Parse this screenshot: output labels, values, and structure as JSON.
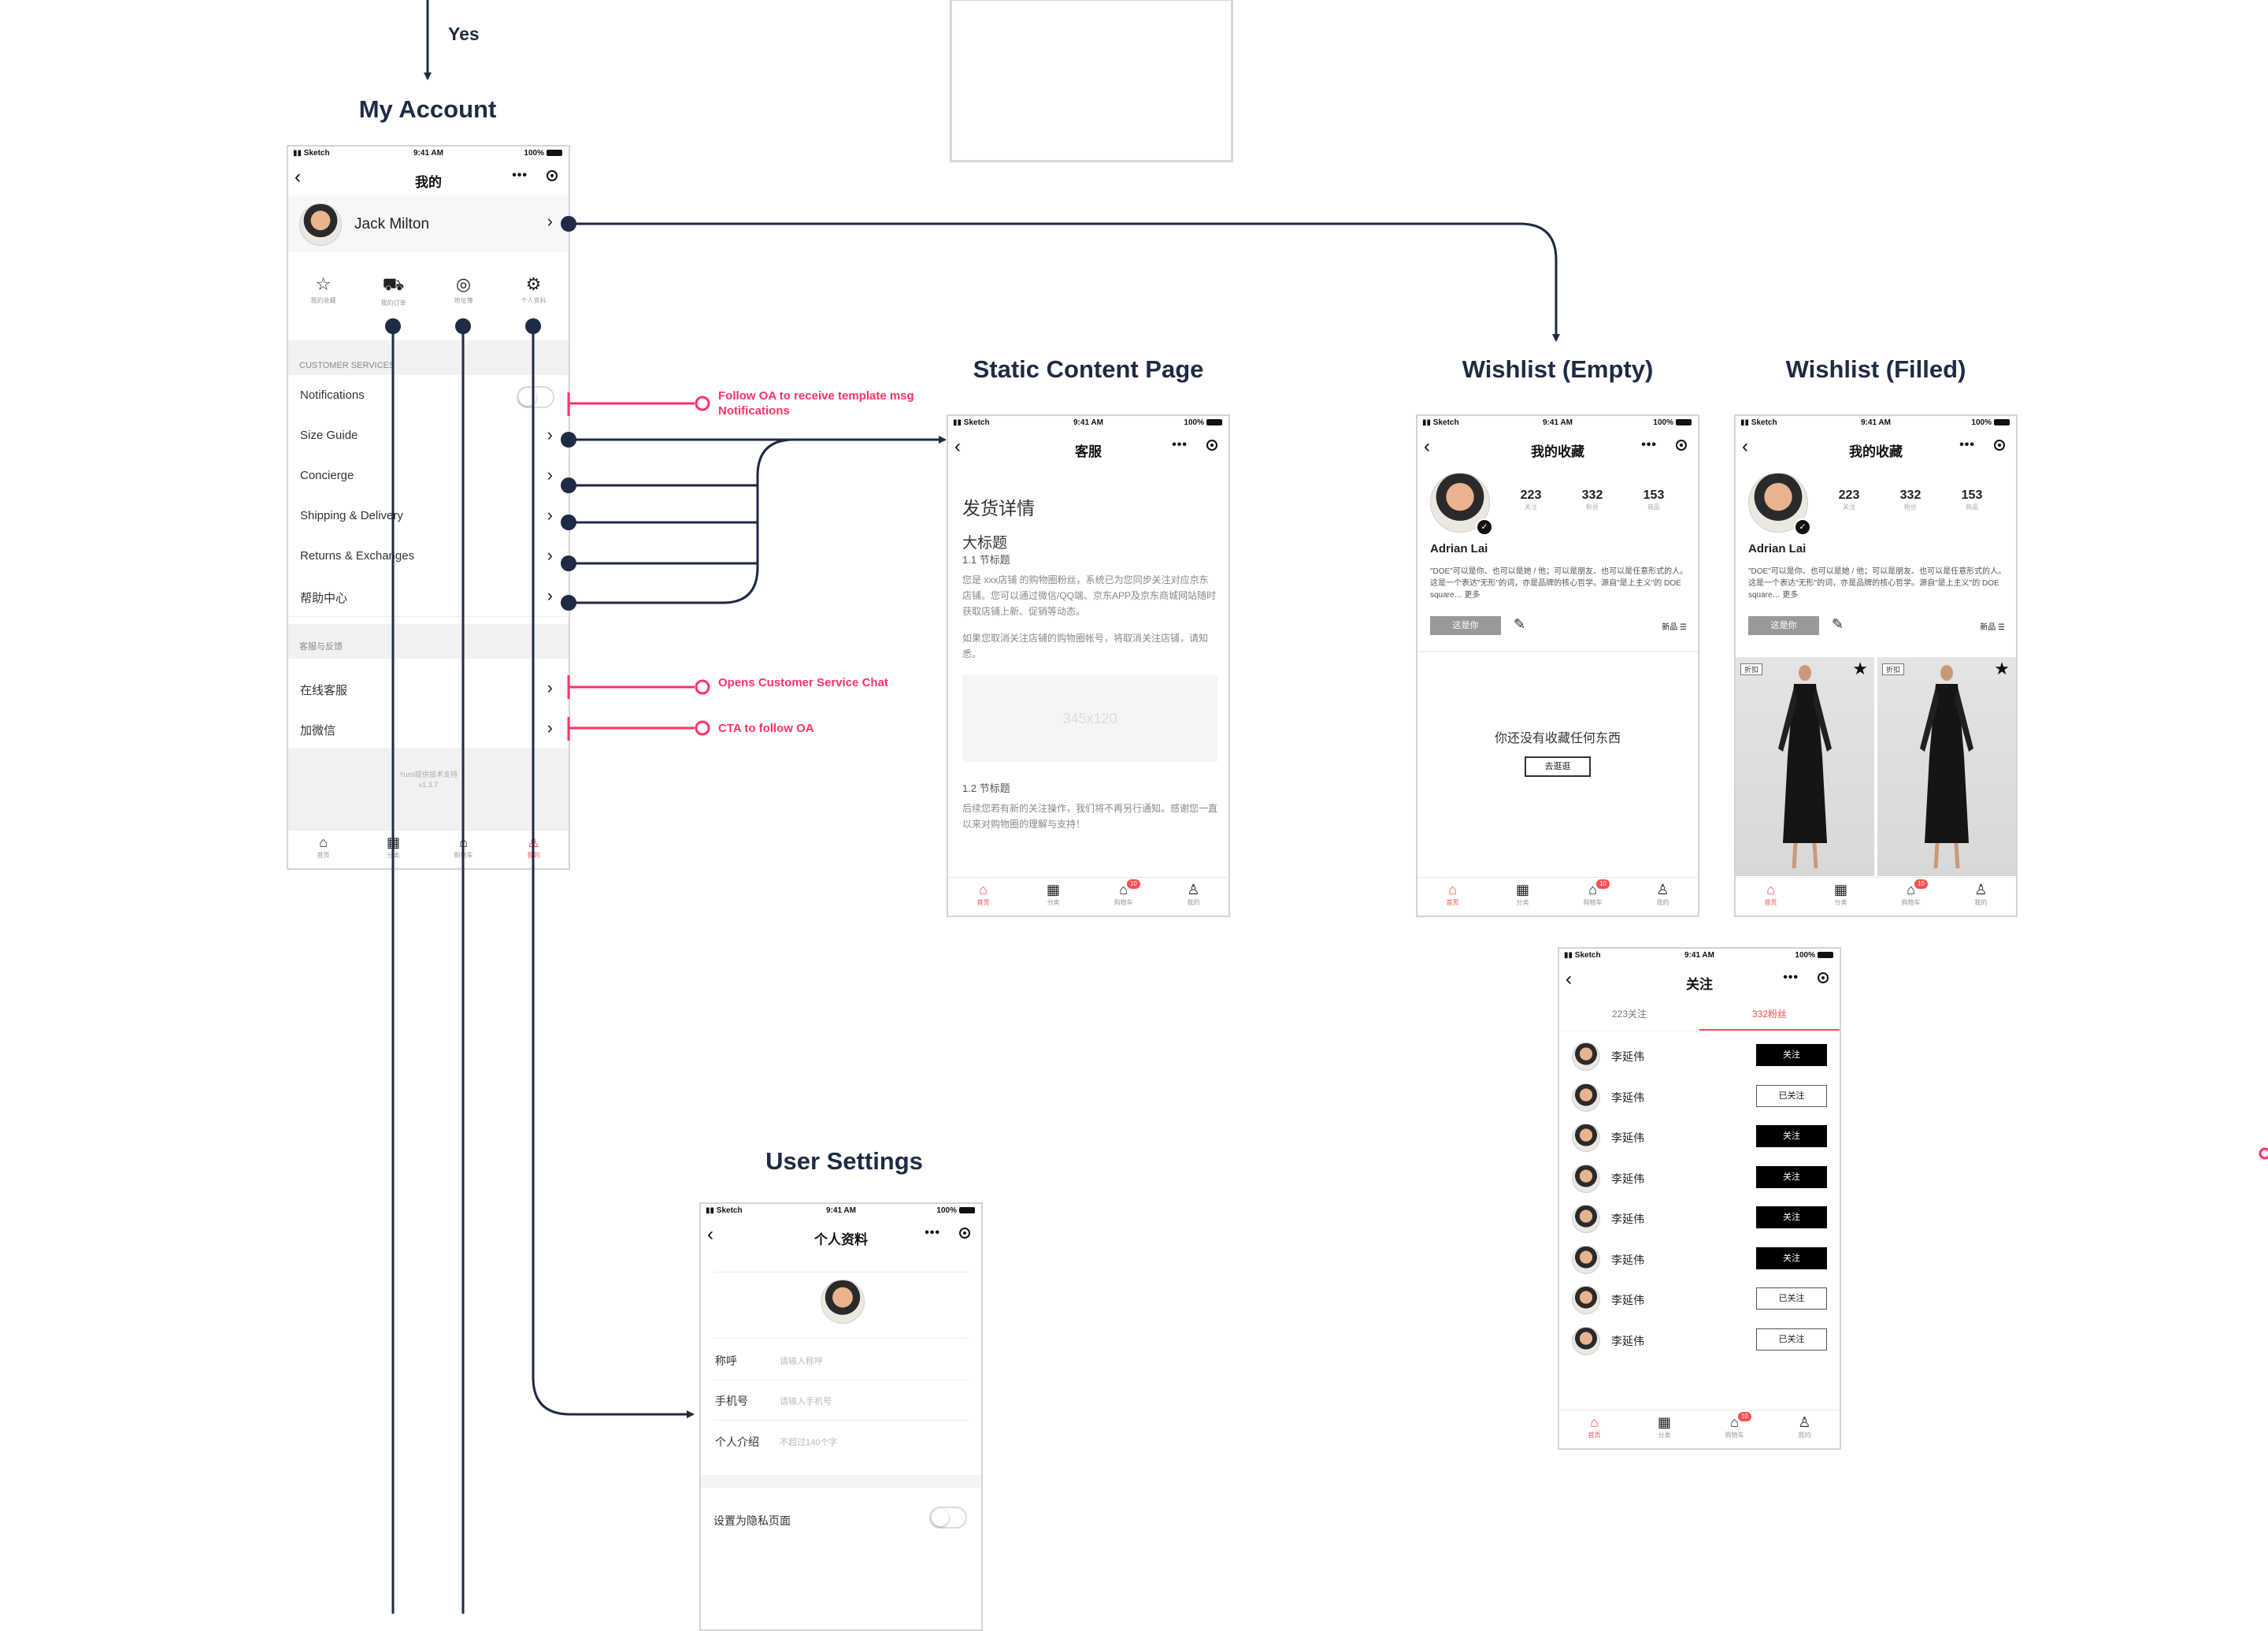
{
  "flow": {
    "yes_label": "Yes",
    "titles": {
      "my_account": "My Account",
      "static_content": "Static Content Page",
      "wishlist_empty": "Wishlist (Empty)",
      "wishlist_filled": "Wishlist (Filled)",
      "user_settings": "User Settings"
    },
    "annotations": {
      "notifications": "Follow OA to receive template msg\nNotifications",
      "chat": "Opens Customer Service Chat",
      "wechat": "CTA to follow OA"
    },
    "colors": {
      "connector": "#1f2a44",
      "annotation": "#ff3366",
      "accent": "#ff4d4f"
    }
  },
  "status_bar": {
    "carrier": "Sketch",
    "time": "9:41 AM",
    "battery": "100%"
  },
  "tabbar": {
    "items": [
      {
        "icon": "home-icon",
        "label": "首页"
      },
      {
        "icon": "grid-icon",
        "label": "分类"
      },
      {
        "icon": "bag-icon",
        "label": "购物车"
      },
      {
        "icon": "user-icon",
        "label": "我的"
      }
    ],
    "cart_badge": "10"
  },
  "my_account": {
    "nav_title": "我的",
    "user_name": "Jack Milton",
    "quick_links": [
      {
        "icon": "star-icon",
        "label": "我的收藏"
      },
      {
        "icon": "truck-icon",
        "label": "我的订单"
      },
      {
        "icon": "pin-icon",
        "label": "地址簿"
      },
      {
        "icon": "gear-icon",
        "label": "个人资料"
      }
    ],
    "section_service": "CUSTOMER SERVICES",
    "service_items": [
      "Notifications",
      "Size Guide",
      "Concierge",
      "Shipping & Delivery",
      "Returns & Exchanges",
      "帮助中心"
    ],
    "section_feedback": "客服与反馈",
    "feedback_items": [
      "在线客服",
      "加微信"
    ],
    "footer_line1": "Yumi提供技术支持",
    "footer_line2": "v1.3.7"
  },
  "static_page": {
    "nav_title": "客服",
    "h1": "发货详情",
    "h2": "大标题",
    "h3_1": "1.1 节标题",
    "p1": "您是 xxx店铺 的购物圈粉丝，系统已为您同步关注对应京东店铺。您可以通过微信/QQ端、京东APP及京东商城网站随时获取店铺上新、促销等动态。",
    "p2": "如果您取消关注店铺的购物圈帐号，将取消关注店铺，请知悉。",
    "image_placeholder": "345x120",
    "h3_2": "1.2 节标题",
    "p3": "后续您若有新的关注操作，我们将不再另行通知。感谢您一直以来对购物圈的理解与支持！"
  },
  "wishlist": {
    "nav_title": "我的收藏",
    "user_name": "Adrian Lai",
    "stats": [
      {
        "value": "223",
        "label": "关注"
      },
      {
        "value": "332",
        "label": "粉丝"
      },
      {
        "value": "153",
        "label": "商品"
      }
    ],
    "bio": "\"DOE\"可以是你、也可以是她 / 他；可以是朋友、也可以是任意形式的人。这是一个表达\"无形\"的词，亦是品牌的核心哲学。源自\"是上主义\"的 DOE square…  更多",
    "self_button": "这是你",
    "sort_label": "新品",
    "empty_text": "你还没有收藏任何东西",
    "empty_cta": "去逛逛",
    "product_tag": "折扣"
  },
  "follow_list": {
    "nav_title": "关注",
    "tab_following": "223关注",
    "tab_fans": "332粉丝",
    "rows": [
      {
        "name": "李延伟",
        "button": "关注",
        "active": true
      },
      {
        "name": "李延伟",
        "button": "已关注",
        "active": false
      },
      {
        "name": "李延伟",
        "button": "关注",
        "active": true
      },
      {
        "name": "李延伟",
        "button": "关注",
        "active": true
      },
      {
        "name": "李延伟",
        "button": "关注",
        "active": true
      },
      {
        "name": "李延伟",
        "button": "关注",
        "active": true
      },
      {
        "name": "李延伟",
        "button": "已关注",
        "active": false
      },
      {
        "name": "李延伟",
        "button": "已关注",
        "active": false
      }
    ]
  },
  "user_settings": {
    "nav_title": "个人资料",
    "fields": [
      {
        "label": "称呼",
        "placeholder": "请输入称呼"
      },
      {
        "label": "手机号",
        "placeholder": "请输入手机号"
      },
      {
        "label": "个人介绍",
        "placeholder": "不超过140个字"
      }
    ],
    "privacy_label": "设置为隐私页面"
  }
}
